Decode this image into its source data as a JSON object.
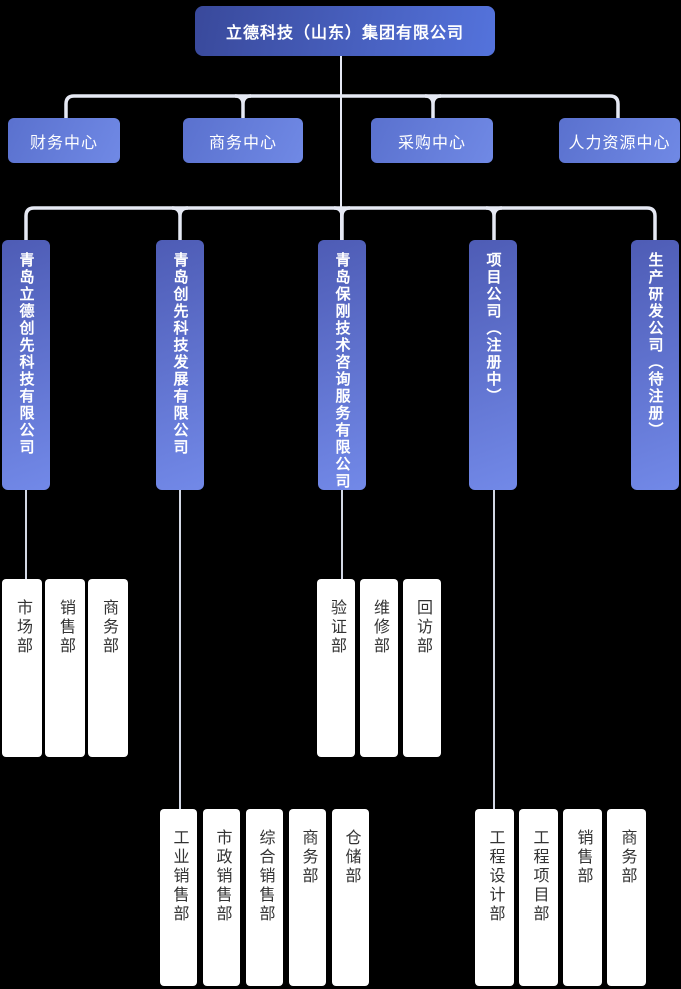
{
  "chart": {
    "root": {
      "label": "立德科技（山东）集团有限公司"
    },
    "centers": [
      {
        "label": "财务中心"
      },
      {
        "label": "商务中心"
      },
      {
        "label": "采购中心"
      },
      {
        "label": "人力资源中心"
      }
    ],
    "companies": [
      {
        "label": "青岛立德创先科技有限公司",
        "departments": [
          "市场部",
          "销售部",
          "商务部"
        ]
      },
      {
        "label": "青岛创先科技发展有限公司",
        "departments": [
          "工业销售部",
          "市政销售部",
          "综合销售部",
          "商务部",
          "仓储部"
        ]
      },
      {
        "label": "青岛保刚技术咨询服务有限公司",
        "departments": [
          "验证部",
          "维修部",
          "回访部"
        ]
      },
      {
        "label": "项目公司（注册中）",
        "departments": [
          "工程设计部",
          "工程项目部",
          "销售部",
          "商务部"
        ]
      },
      {
        "label": "生产研发公司（待注册）",
        "departments": []
      }
    ],
    "colors": {
      "background": "#000000",
      "root_gradient_start": "#39499B",
      "root_gradient_end": "#5473DC",
      "center_gradient_start": "#5A71CE",
      "center_gradient_end": "#7089E5",
      "company_gradient_start": "#4E5CB5",
      "company_gradient_end": "#7289E8",
      "connector": "#E6E9F4",
      "connector_thin": "#D3D8E5",
      "department_bg": "#FFFFFF",
      "department_text": "#333333"
    }
  }
}
